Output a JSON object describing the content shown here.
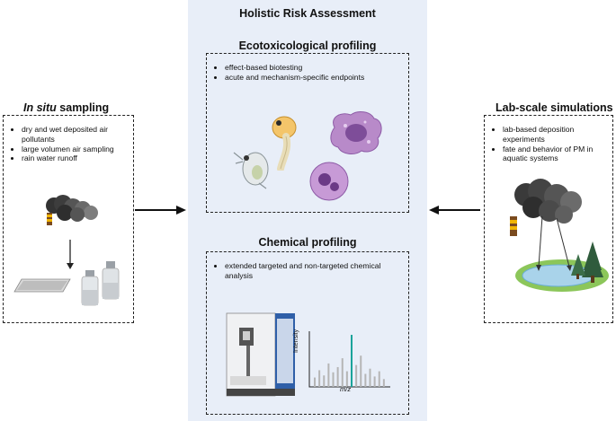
{
  "title": "Holistic Risk Assessment",
  "left_panel": {
    "title_italic": "In situ",
    "title_rest": " sampling",
    "bullets": [
      "dry and wet deposited air pollutants",
      "large volumen air sampling",
      "rain water runoff"
    ]
  },
  "ecotox": {
    "title": "Ecotoxicological profiling",
    "bullets": [
      "effect-based biotesting",
      "acute and mechanism-specific endpoints"
    ]
  },
  "chemical": {
    "title": "Chemical profiling",
    "bullets": [
      "extended targeted and non-targeted chemical analysis"
    ],
    "spectrum": {
      "ylabel": "Intensity",
      "xlabel": "m/z",
      "peaks": [
        0.18,
        0.32,
        0.22,
        0.45,
        0.28,
        0.38,
        0.55,
        0.3,
        1.0,
        0.42,
        0.6,
        0.25,
        0.35,
        0.2,
        0.3,
        0.15
      ],
      "highlight_index": 8,
      "highlight_color": "#1aa39a",
      "bar_color": "#b5b5b5"
    }
  },
  "right_panel": {
    "title": "Lab-scale simulations",
    "bullets": [
      "lab-based deposition experiments",
      "fate and behavior of PM in aquatic systems"
    ]
  },
  "colors": {
    "panel_bg": "#e8eef8",
    "smoke": "#4a4a4a",
    "lake": "#a9d3ea",
    "grass": "#8cc65a",
    "tree": "#2f5b3c",
    "cell": "#b07cc6",
    "cell_dark": "#6b3a86"
  }
}
